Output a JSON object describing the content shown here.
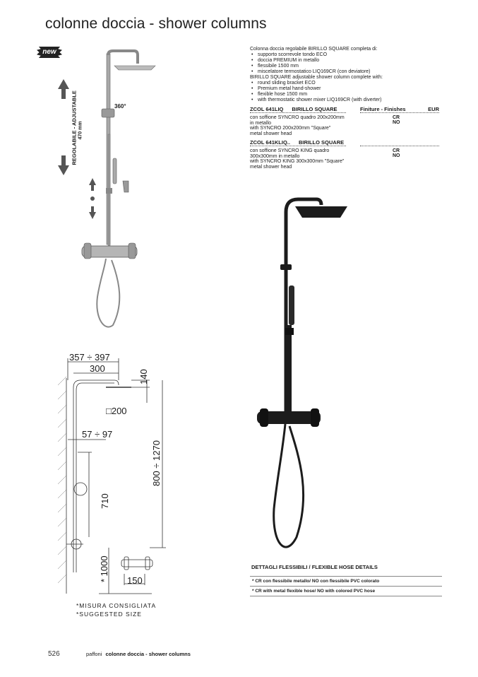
{
  "page": {
    "title": "colonne doccia - shower columns",
    "new_badge": "new",
    "footer": {
      "page_number": "526",
      "brand": "paffoni",
      "section": "colonne doccia - shower columns"
    }
  },
  "product": {
    "adjustable_label": "REGOLABILE - ADJUSTABLE",
    "adjustable_range": "470 mm",
    "rotation_label": "360°",
    "description_it": [
      "Colonna doccia regolabile BIRILLO SQUARE completa di:",
      "supporto scorrevole tondo ECO",
      "doccia PREMIUM in metallo",
      "flessibile 1500 mm",
      "miscelatore termostatico LIQ169CR (con deviatore)"
    ],
    "description_en": [
      "BIRILLO SQUARE adjustable shower column complete with:",
      "round sliding bracket ECO",
      "Premium metal hand-shower",
      "flexible hose 1500 mm",
      "with thermostatic shower mixer LIQ169CR (with diverter)"
    ],
    "finishes_header": {
      "label": "Finiture - Finishes",
      "currency": "EUR"
    },
    "codes": [
      {
        "code": "ZCOL 641LIQ",
        "name": "BIRILLO SQUARE",
        "it_line1": "con soffione SYNCRO quadro 200x200mm",
        "it_line2": "in metallo",
        "en_line1": "with SYNCRO 200x200mm \"Square\"",
        "en_line2": "metal shower head",
        "finishes": [
          "CR",
          "NO"
        ]
      },
      {
        "code": "ZCOL 641KLIQ..",
        "name": "BIRILLO SQUARE",
        "it_line1": "con soffione SYNCRO KING quadro",
        "it_line2": "300x300mm in metallo",
        "en_line1": "with SYNCRO KING 300x300mm \"Square\"",
        "en_line2": "metal shower head",
        "finishes": [
          "CR",
          "NO"
        ]
      }
    ]
  },
  "drawing": {
    "dim_width": "357 ÷ 397",
    "dim_arm": "300",
    "dim_head_height": "140",
    "dim_head": "□200",
    "dim_offset": "57 ÷ 97",
    "dim_height": "800 ÷ 1270",
    "dim_slide": "710",
    "dim_floor": "* 1000",
    "dim_mixer": "150",
    "note_it": "*MISURA CONSIGLIATA",
    "note_en": "*SUGGESTED SIZE"
  },
  "hose_details": {
    "title": "DETTAGLI FLESSIBILI / FLEXIBLE HOSE DETAILS",
    "line_it": "* CR con flessibile metallo/ NO con flessibile PVC colorato",
    "line_en": "* CR with metal flexible hose/ NO with colored PVC hose"
  },
  "colors": {
    "text": "#1a1a1a",
    "chrome": "#9a9a9a",
    "black_finish": "#1c1c1c"
  }
}
